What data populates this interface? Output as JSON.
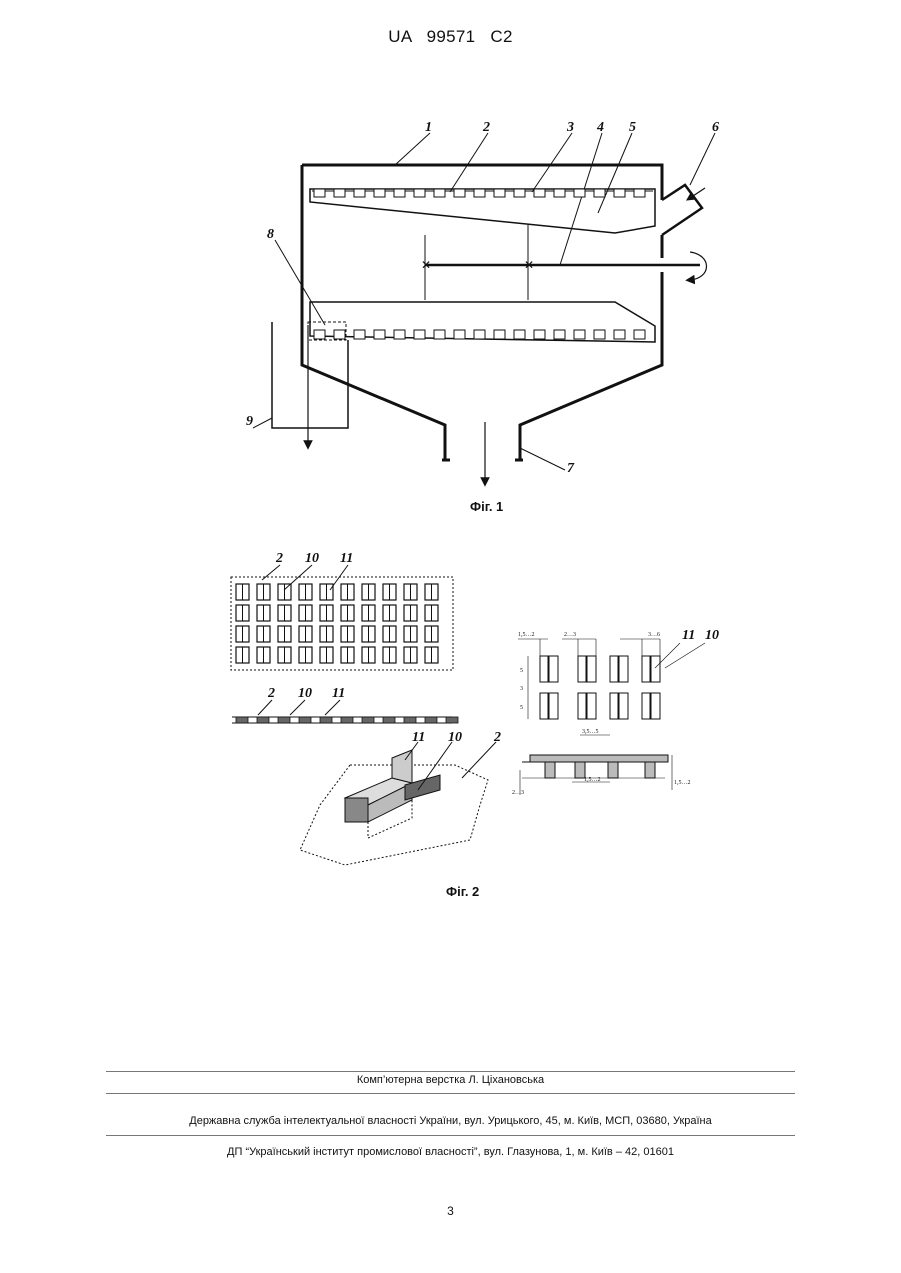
{
  "header": {
    "patent_number": "UA   99571   C2"
  },
  "figure1": {
    "caption": "Фіг. 1",
    "labels": [
      "1",
      "2",
      "3",
      "4",
      "5",
      "6",
      "7",
      "8",
      "9"
    ]
  },
  "figure2": {
    "caption": "Фіг. 2",
    "top_labels": [
      "2",
      "10",
      "11"
    ],
    "strip_labels": [
      "2",
      "10",
      "11"
    ],
    "iso_labels": [
      "11",
      "10",
      "2"
    ],
    "detail_labels": [
      "11",
      "10"
    ],
    "dims": {
      "d1": "1,5…2",
      "d2": "2…3",
      "d3": "3…6",
      "v1": "5",
      "v2": "3",
      "v3": "5",
      "d4": "3,5…5",
      "d5": "1,5…2",
      "v4": "2…3",
      "v5": "1,5…2"
    }
  },
  "footer": {
    "line1": "Комп’ютерна верстка Л. Ціхановська",
    "line2": "Державна служба інтелектуальної власності України, вул. Урицького, 45, м. Київ, МСП, 03680, Україна",
    "line3": "ДП “Український інститут промислової власності”, вул. Глазунова, 1, м. Київ – 42, 01601"
  },
  "page_number": "3"
}
